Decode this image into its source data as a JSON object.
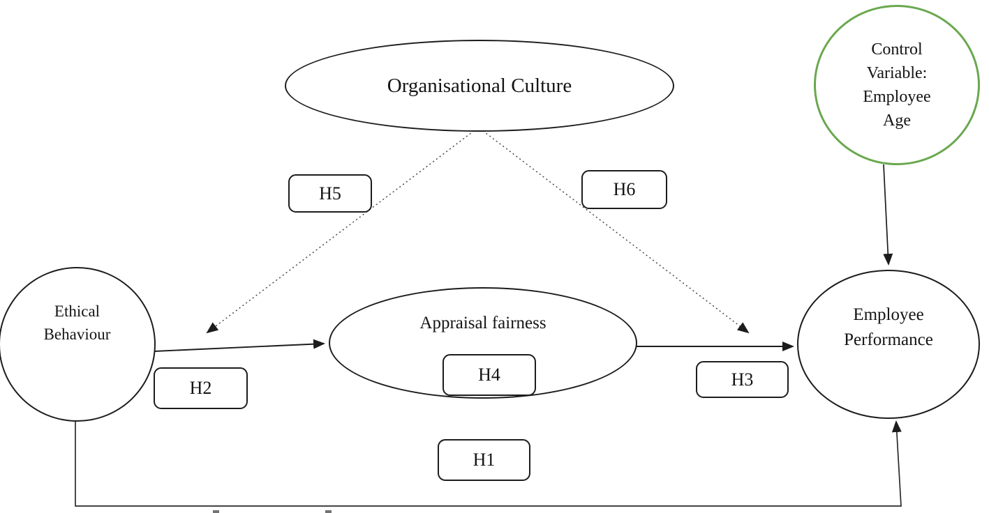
{
  "diagram": {
    "type": "conceptual-research-model",
    "background_color": "#ffffff",
    "colors": {
      "node_border": "#1c1c1c",
      "control_variable_border": "#6aa84f",
      "connector": "#2a2a2a",
      "text": "#141414"
    },
    "nodes": {
      "org_culture": {
        "label": "Organisational Culture",
        "shape": "ellipse"
      },
      "control_variable": {
        "label": "Control Variable: Employee Age",
        "lines": [
          "Control",
          "Variable:",
          "Employee",
          "Age"
        ],
        "shape": "circle"
      },
      "ethical_behaviour": {
        "label": "Ethical Behaviour",
        "lines": [
          "Ethical",
          "Behaviour"
        ],
        "shape": "circle"
      },
      "appraisal_fairness": {
        "label": "Appraisal fairness",
        "shape": "ellipse"
      },
      "employee_performance": {
        "label": "Employee Performance",
        "lines": [
          "Employee",
          "Performance"
        ],
        "shape": "ellipse"
      }
    },
    "hypotheses": {
      "h1": {
        "label": "H1"
      },
      "h2": {
        "label": "H2"
      },
      "h3": {
        "label": "H3"
      },
      "h4": {
        "label": "H4"
      },
      "h5": {
        "label": "H5"
      },
      "h6": {
        "label": "H6"
      }
    },
    "edges": [
      {
        "from": "ethical_behaviour",
        "to": "appraisal_fairness",
        "style": "solid-arrow",
        "hypothesis": "H2"
      },
      {
        "from": "appraisal_fairness",
        "to": "employee_performance",
        "style": "solid-arrow",
        "hypothesis": "H3"
      },
      {
        "from": "ethical_behaviour",
        "to": "employee_performance",
        "style": "solid-arrow-bottom-route",
        "hypothesis": "H1"
      },
      {
        "from": "org_culture",
        "to": "h2-path",
        "style": "dotted-arrow",
        "hypothesis": "H5"
      },
      {
        "from": "org_culture",
        "to": "h3-path",
        "style": "dotted-arrow",
        "hypothesis": "H6"
      },
      {
        "from": "control_variable",
        "to": "employee_performance",
        "style": "solid-arrow"
      },
      {
        "label_note": "H4 sits inside the Appraisal fairness ellipse"
      }
    ]
  }
}
